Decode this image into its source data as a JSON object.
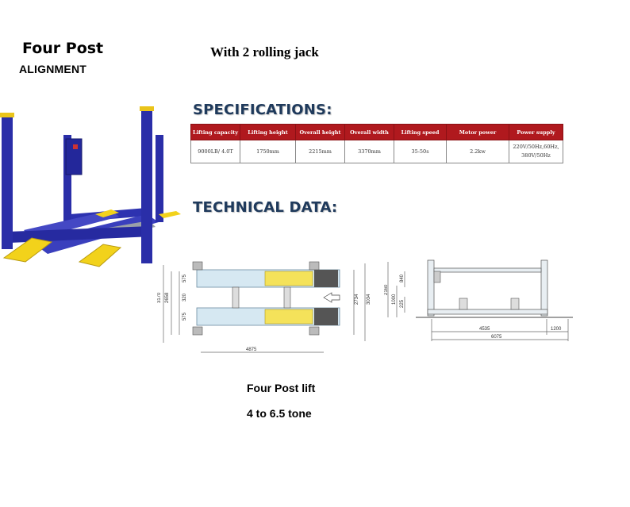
{
  "header": {
    "title": "Four Post",
    "subtitle": "ALIGNMENT",
    "jack_note": "With 2 rolling jack"
  },
  "specifications": {
    "heading": "SPECIFICATIONS:",
    "columns": [
      "Lifting capacity",
      "Lifting height",
      "Overall height",
      "Overall width",
      "Lifting speed",
      "Motor power",
      "Power supply"
    ],
    "row": [
      "9000LB/ 4.0T",
      "1750mm",
      "2215mm",
      "3370mm",
      "35-50s",
      "2.2kw",
      "220V/50Hz,60Hz, 380V/50Hz"
    ]
  },
  "technical_data": {
    "heading": "TECHNICAL DATA:",
    "plan_view": {
      "dims_left": [
        "3170",
        "2658",
        "575",
        "320",
        "575"
      ],
      "dims_right": [
        "2734",
        "3034"
      ],
      "dim_bottom": "4875"
    },
    "side_view": {
      "dims_left": [
        "2160",
        "1000",
        "840",
        "225"
      ],
      "dims_bottom": [
        "4535",
        "1200",
        "6075"
      ]
    }
  },
  "footer": {
    "caption_line1": "Four Post lift",
    "caption_line2": "4 to 6.5 tone"
  },
  "colors": {
    "lift_blue": "#2a2ea8",
    "ramp_yellow": "#f2d21b",
    "table_header": "#b0191e",
    "heading_navy": "#1f3a5c"
  }
}
